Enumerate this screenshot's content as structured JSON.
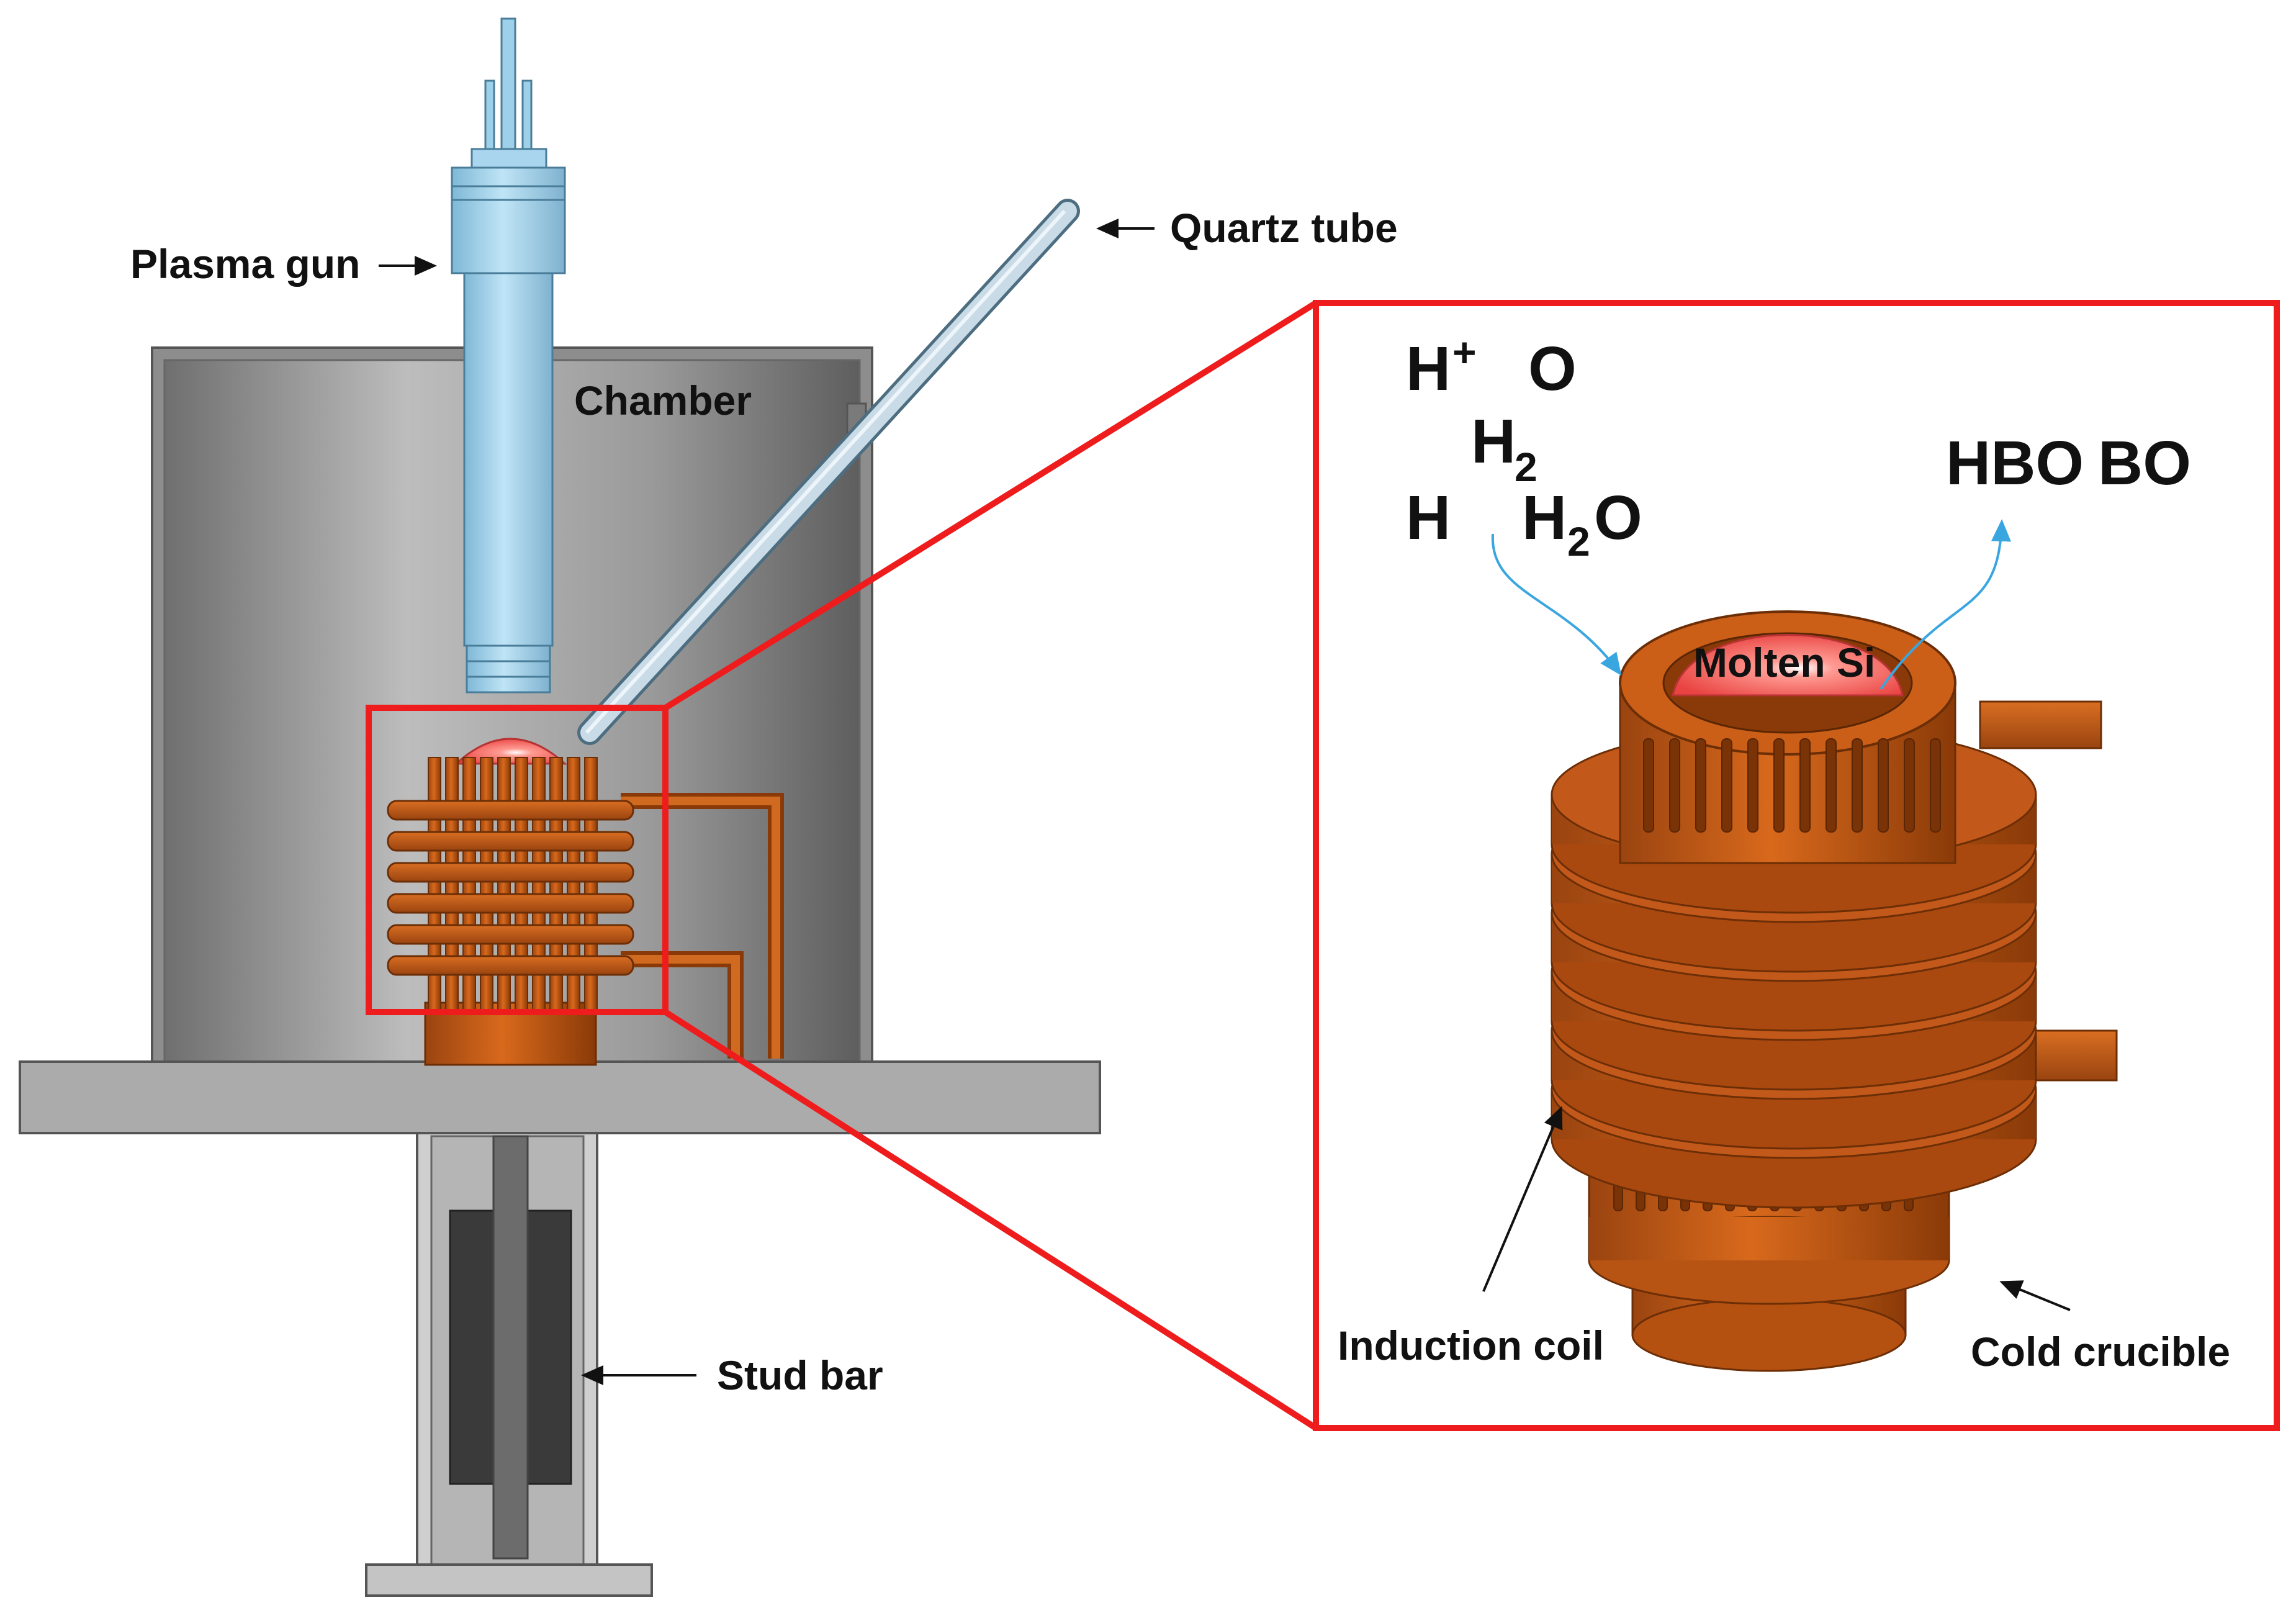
{
  "labels": {
    "plasma_gun": "Plasma gun",
    "quartz_tube": "Quartz tube",
    "chamber": "Chamber",
    "stud_bar": "Stud bar",
    "induction_coil": "Induction coil",
    "cold_crucible": "Cold crucible",
    "molten_si": "Molten Si"
  },
  "species": {
    "h_plus": "H",
    "h_plus_sup": "+",
    "o": "O",
    "h2": "H",
    "h2_sub": "2",
    "h": "H",
    "h2o_h": "H",
    "h2o_sub": "2",
    "h2o_o": "O",
    "hbo": "HBO",
    "bo": "BO"
  },
  "colors": {
    "highlight_box": "#ee1c1c",
    "copper": "#c85a12",
    "copper_dark": "#8a3a08",
    "plasma_gun": "#9fd0ea",
    "chamber": "#9c9c9c",
    "molten_si": "#f25a58",
    "arrow_in": "#3aa6e0"
  }
}
